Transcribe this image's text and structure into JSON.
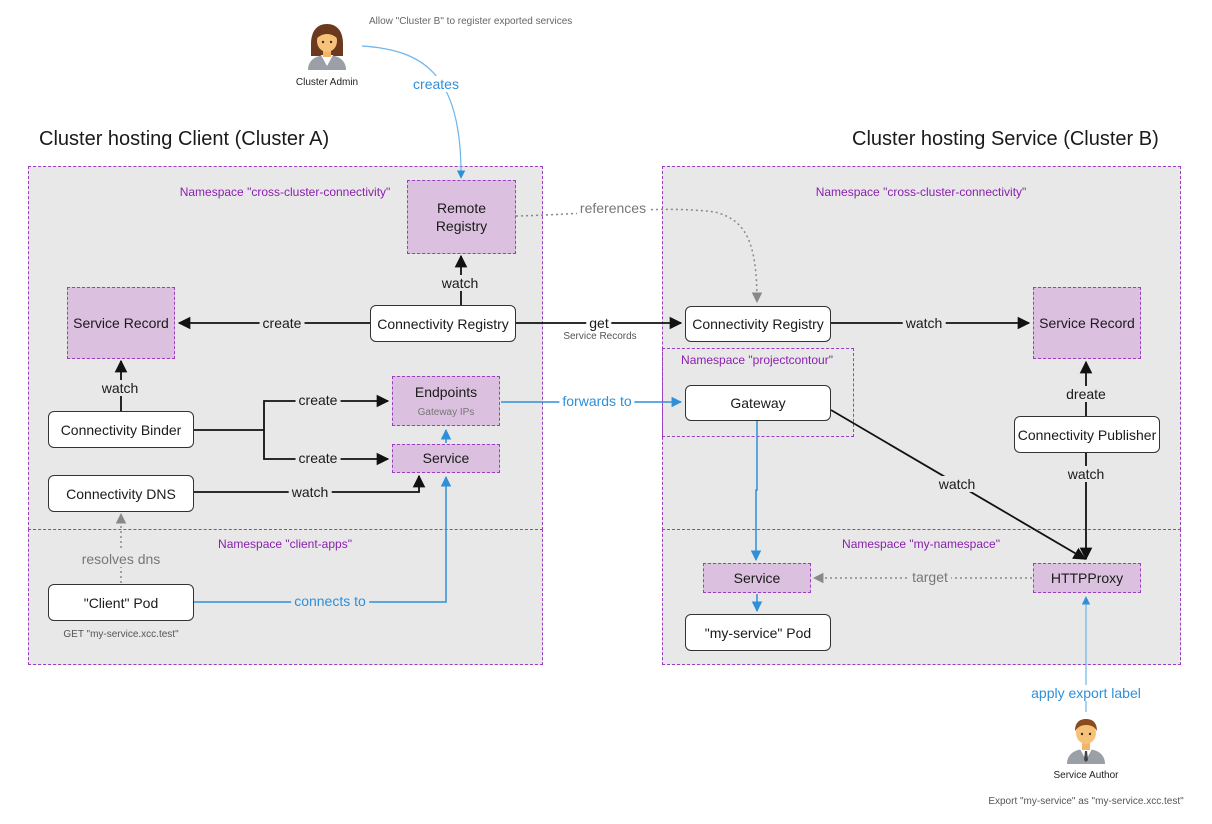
{
  "top": {
    "admin_note": "Allow \"Cluster B\" to register exported services",
    "admin_label": "Cluster Admin",
    "creates_label": "creates"
  },
  "cluster_a": {
    "title": "Cluster hosting Client (Cluster A)",
    "ns_ccc": "Namespace \"cross-cluster-connectivity\"",
    "ns_client_apps": "Namespace \"client-apps\"",
    "remote_registry": "Remote\nRegistry",
    "service_record": "Service Record",
    "connectivity_registry": "Connectivity Registry",
    "connectivity_binder": "Connectivity Binder",
    "connectivity_dns": "Connectivity DNS",
    "endpoints": "Endpoints",
    "endpoints_sub": "Gateway IPs",
    "service": "Service",
    "client_pod": "\"Client\" Pod",
    "client_note": "GET \"my-service.xcc.test\"",
    "edge_watch_registry": "watch",
    "edge_create_record": "create",
    "edge_watch_record": "watch",
    "edge_create_endpoints": "create",
    "edge_create_service": "create",
    "edge_watch_dns": "watch",
    "edge_resolves_dns": "resolves dns",
    "edge_connects_to": "connects to"
  },
  "cross": {
    "references": "references",
    "get": "get",
    "get_sub": "Service Records",
    "forwards_to": "forwards to"
  },
  "cluster_b": {
    "title": "Cluster hosting Service (Cluster B)",
    "ns_ccc": "Namespace \"cross-cluster-connectivity\"",
    "ns_projectcontour": "Namespace \"projectcontour\"",
    "ns_my_namespace": "Namespace \"my-namespace\"",
    "connectivity_registry": "Connectivity Registry",
    "service_record": "Service Record",
    "gateway": "Gateway",
    "connectivity_publisher": "Connectivity Publisher",
    "service": "Service",
    "my_service_pod": "\"my-service\" Pod",
    "httpproxy": "HTTPProxy",
    "edge_watch_record": "watch",
    "edge_dreate": "dreate",
    "edge_watch_proxy": "watch",
    "edge_watch_gateway": "watch",
    "edge_target": "target",
    "edge_apply_label": "apply export label",
    "author_label": "Service Author",
    "author_note": "Export \"my-service\" as \"my-service.xcc.test\""
  },
  "colors": {
    "zone": "#e8e8e8",
    "ns_border": "#9b3fc0",
    "ns_text": "#8a1fb0",
    "resource_fill": "#dcc0e0",
    "blue_edge": "#2f8fd8",
    "gray_edge": "#888888",
    "dark_edge": "#111111"
  }
}
